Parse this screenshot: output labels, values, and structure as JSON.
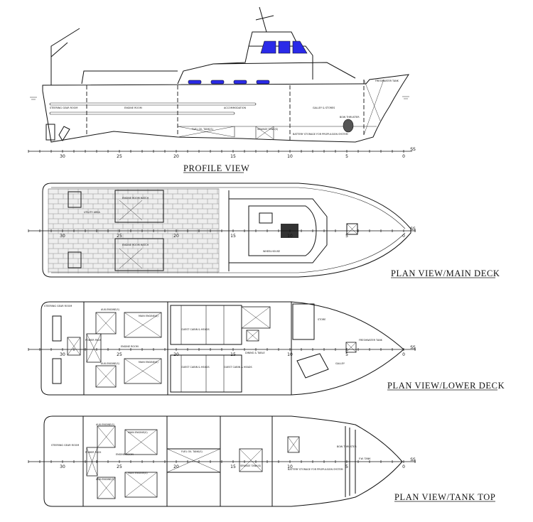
{
  "views": {
    "profile": {
      "title": "PROFILE VIEW",
      "labels": {
        "steering": "STEERING GEAR ROOM",
        "engine": "ENGINE ROOM",
        "accommodation": "ACCOMMODATION",
        "galley": "GALLEY & STORES",
        "freshwater": "FRESHWATER TANK",
        "bow_thruster": "BOW THRUSTER",
        "fuel": "FUEL OIL TANK(S)",
        "sewage": "SEWAGE TANK(S)",
        "battery": "BATTERY STORAGE FOR PROPULSION SYSTEM"
      }
    },
    "main_deck": {
      "title": "PLAN VIEW/MAIN DECK",
      "labels": {
        "hatch_top": "ENGINE ROOM HATCH",
        "hatch_bottom": "ENGINE ROOM HATCH",
        "utility": "UTILITY AREA",
        "wheelhouse": "WHEELHOUSE"
      }
    },
    "lower_deck": {
      "title": "PLAN VIEW/LOWER DECK",
      "labels": {
        "steering": "STEERING GEAR ROOM",
        "engine": "ENGINE ROOM",
        "main_engine_top": "MAIN ENGINE(S)",
        "main_engine_bottom": "MAIN ENGINE(S)",
        "aux_top": "AUX.ENGINE(S)",
        "aux_bottom": "AUX.ENGINE(S)",
        "power_pack": "POWER PACK",
        "guest_cabin_1": "GUEST CABIN & HEADS",
        "guest_cabin_2": "GUEST CABIN & HEADS",
        "guest_cabin_3": "GUEST CABIN & HEADS",
        "dining": "DINING & TABLE",
        "stores": "STORE",
        "freshwater": "FRESHWATER TANK",
        "galley": "GALLEY"
      }
    },
    "tank_top": {
      "title": "PLAN VIEW/TANK TOP",
      "labels": {
        "steering": "STEERING GEAR ROOM",
        "engine": "ENGINE ROOM",
        "aux_top": "AUX.ENGINE(S)",
        "aux_bottom": "AUX.ENGINE(S)",
        "main_top": "MAIN ENGINE(S)",
        "main_bottom": "MAIN ENGINE(S)",
        "power_pack": "POWER PACK",
        "fuel": "FUEL OIL TANK(S)",
        "sewage": "SEWAGE TANK(S)",
        "battery": "BATTERY STORAGE FOR PROPULSION SYSTEM",
        "bow_thruster": "BOW THRUSTER",
        "freshwater": "F.W. TANK"
      }
    }
  },
  "scale_ticks": [
    "30",
    "25",
    "20",
    "15",
    "10",
    "5",
    "0"
  ],
  "station_marker": "SS",
  "colors": {
    "window": "#2a2ae8",
    "line": "#111111"
  }
}
